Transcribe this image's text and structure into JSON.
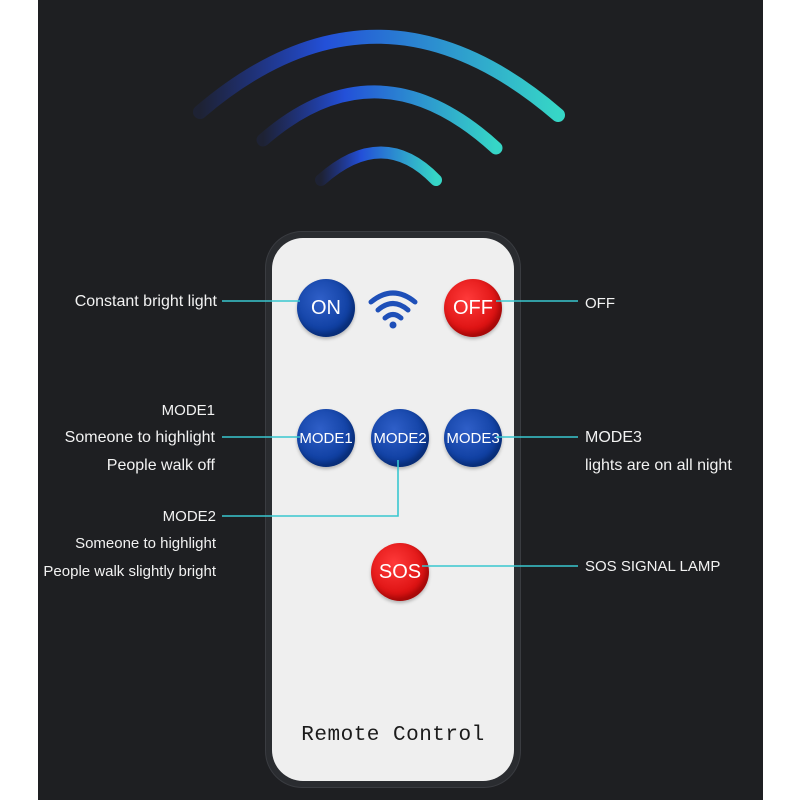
{
  "remote": {
    "title": "Remote Control",
    "buttons": {
      "on": "ON",
      "off": "OFF",
      "mode1": "MODE1",
      "mode2": "MODE2",
      "mode3": "MODE3",
      "sos": "SOS"
    }
  },
  "annotations": {
    "on": "Constant bright light",
    "off": "OFF",
    "mode1": [
      "MODE1",
      "Someone to highlight",
      "People walk off"
    ],
    "mode3": [
      "MODE3",
      "lights are on all night"
    ],
    "mode2": [
      "MODE2",
      "Someone to highlight",
      "People walk slightly bright"
    ],
    "sos": "SOS SIGNAL LAMP"
  },
  "colors": {
    "background": "#1e1f22",
    "remote_body": "#efefef",
    "button_blue": "#0b3b9c",
    "button_red": "#d80c0c",
    "leader_line": "#39c7cf",
    "signal_gradient": [
      "#1f3fd0",
      "#36d6c6"
    ]
  },
  "icons": {
    "top_signal": "wireless-signal-icon",
    "remote_signal": "wifi-icon"
  }
}
